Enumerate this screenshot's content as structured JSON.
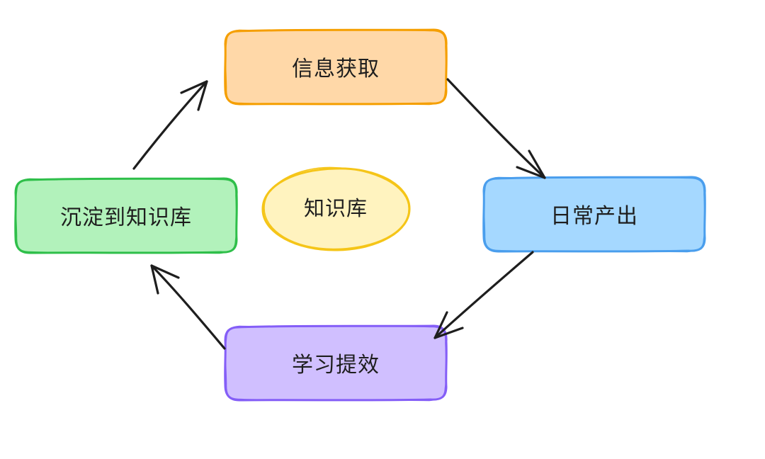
{
  "diagram": {
    "nodes": {
      "info": {
        "label": "信息获取",
        "fill": "#ffd8a8",
        "stroke": "#f59f00"
      },
      "output": {
        "label": "日常产出",
        "fill": "#a5d8ff",
        "stroke": "#4a9eed"
      },
      "learn": {
        "label": "学习提效",
        "fill": "#d0bfff",
        "stroke": "#845ef7"
      },
      "store": {
        "label": "沉淀到知识库",
        "fill": "#b2f2bb",
        "stroke": "#2fbf4a"
      },
      "center": {
        "label": "知识库",
        "fill": "#fff3bf",
        "stroke": "#f5c518"
      }
    },
    "edges": [
      {
        "from": "info",
        "to": "output"
      },
      {
        "from": "output",
        "to": "learn"
      },
      {
        "from": "learn",
        "to": "store"
      },
      {
        "from": "store",
        "to": "info"
      }
    ],
    "arrow_color": "#1e1e1e"
  }
}
